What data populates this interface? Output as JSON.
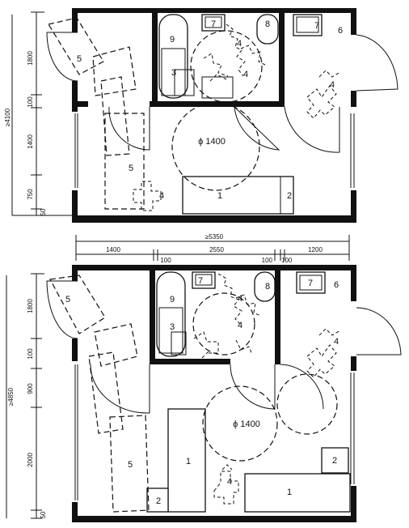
{
  "plan_top": {
    "dims_vertical": [
      "≥4100",
      "1800",
      "100",
      "1400",
      "750",
      "50"
    ],
    "labels": {
      "r5_top": "5",
      "r9": "9",
      "r3": "3",
      "r7a": "7",
      "r8": "8",
      "r7b": "7",
      "r6": "6",
      "r4_bath_a": "4",
      "r4_bath_b": "4",
      "r4_hall": "4",
      "r5_mid": "5",
      "r4_low": "4",
      "r1": "1",
      "r2": "2"
    },
    "turning_circle": "ϕ 1400"
  },
  "plan_bottom": {
    "dims_horizontal": [
      "≥5350",
      "1400",
      "2550",
      "100",
      "100",
      "1200",
      "100"
    ],
    "dims_vertical": [
      "≥4850",
      "1800",
      "100",
      "900",
      "2000",
      "50"
    ],
    "labels": {
      "r5_top": "5",
      "r9": "9",
      "r3": "3",
      "r7a": "7",
      "r8": "8",
      "r7b": "7",
      "r6": "6",
      "r4_bath_a": "4",
      "r4_bath_b": "4",
      "r4_hall": "4",
      "r5_mid": "5",
      "r1_mid": "1",
      "r2_low": "2",
      "r4_low": "4",
      "r1_low": "1",
      "r2_right": "2"
    },
    "turning_circle": "ϕ 1400"
  }
}
